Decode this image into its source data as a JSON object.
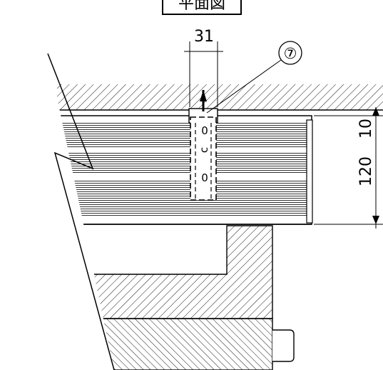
{
  "title": "平面図",
  "part_callout": "⑦",
  "dimensions": {
    "width": "31",
    "depth_small": "10",
    "depth_total": "120"
  },
  "fixture_marks": {
    "top": "0",
    "middle": "c",
    "bottom": "0"
  }
}
